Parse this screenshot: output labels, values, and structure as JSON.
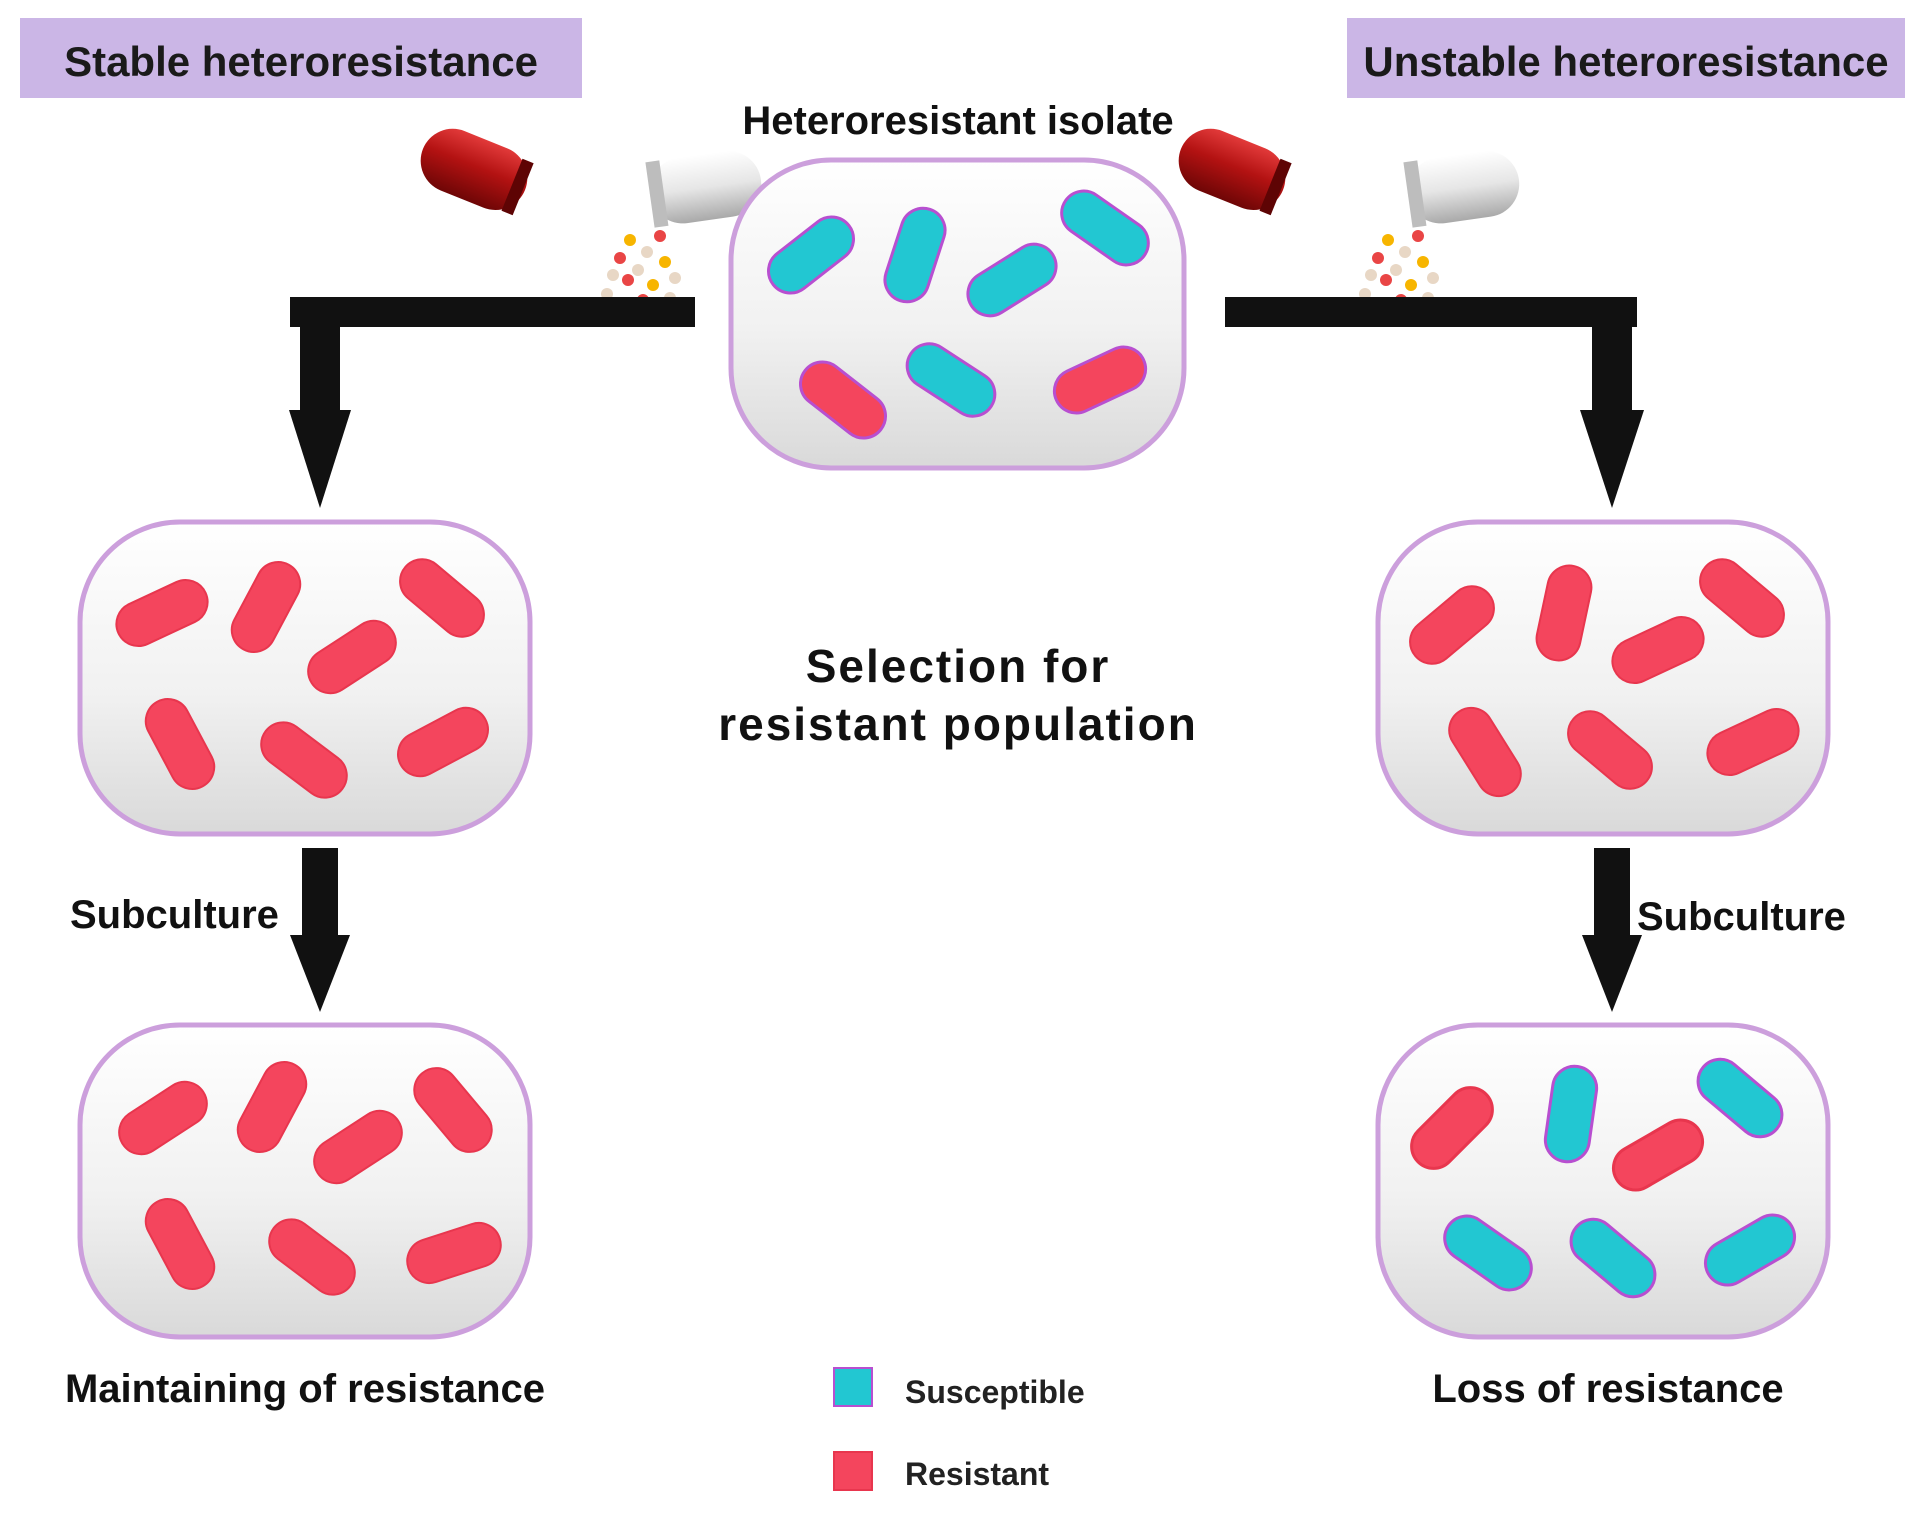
{
  "headers": {
    "stable": "Stable heteroresistance",
    "unstable": "Unstable heteroresistance"
  },
  "isolate_title": "Heteroresistant isolate",
  "selection_text": {
    "line1": "Selection for",
    "line2": "resistant population"
  },
  "subculture_label": "Subculture",
  "outcomes": {
    "stable": "Maintaining of resistance",
    "unstable": "Loss of resistance"
  },
  "legend": [
    {
      "label": "Susceptible",
      "color": "#22c7d2"
    },
    {
      "label": "Resistant",
      "color": "#f4455d"
    }
  ],
  "colors": {
    "header_bg": "#cbb6e6",
    "dish_border": "#cc9fdc",
    "bacterium_outline": "#b84fd0",
    "arrow": "#111111"
  },
  "icons": {
    "drug": "capsule-icon",
    "cell": "bacterium-icon"
  }
}
